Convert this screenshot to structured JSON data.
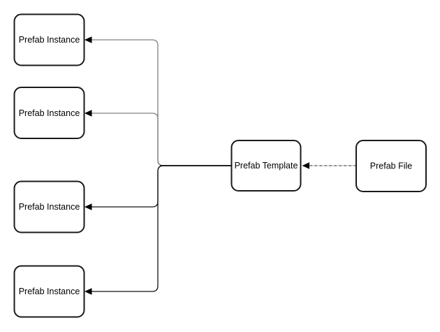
{
  "diagram": {
    "background_color": "#ffffff",
    "nodes": [
      {
        "id": "instance-1",
        "label": "Prefab Instance"
      },
      {
        "id": "instance-2",
        "label": "Prefab Instance"
      },
      {
        "id": "instance-3",
        "label": "Prefab Instance"
      },
      {
        "id": "instance-4",
        "label": "Prefab Instance"
      },
      {
        "id": "template",
        "label": "Prefab Template"
      },
      {
        "id": "file",
        "label": "Prefab File"
      }
    ],
    "edges": [
      {
        "from": "Prefab File",
        "to": "Prefab Template",
        "style": "dashed",
        "color": "#595959"
      },
      {
        "from": "Prefab Template",
        "to": "Prefab Instance (1)",
        "style": "solid",
        "color": "#808080"
      },
      {
        "from": "Prefab Template",
        "to": "Prefab Instance (2)",
        "style": "solid",
        "color": "#808080"
      },
      {
        "from": "Prefab Template",
        "to": "Prefab Instance (3)",
        "style": "solid",
        "color": "#141414"
      },
      {
        "from": "Prefab Template",
        "to": "Prefab Instance (4)",
        "style": "solid",
        "color": "#141414"
      }
    ],
    "colors": {
      "node_fill": "#ffffff",
      "node_border": "#1a1a1a",
      "text": "#000000",
      "arrowhead": "#000000",
      "trunk_main": "#141414"
    }
  }
}
